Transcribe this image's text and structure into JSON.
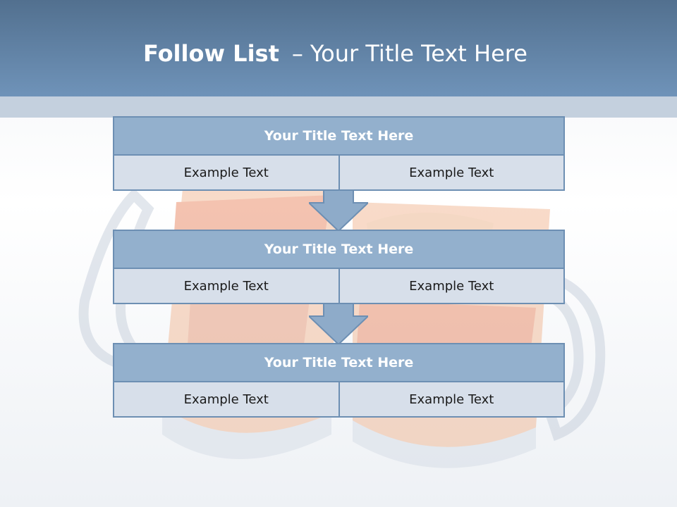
{
  "slide": {
    "title_bold": "Follow List",
    "title_separator": "–",
    "title_rest": "Your Title Text Here"
  },
  "blocks": [
    {
      "title": "Your Title Text Here",
      "left": "Example Text",
      "right": "Example Text"
    },
    {
      "title": "Your Title Text Here",
      "left": "Example Text",
      "right": "Example Text"
    },
    {
      "title": "Your Title Text Here",
      "left": "Example Text",
      "right": "Example Text"
    }
  ],
  "colors": {
    "header": "#6f93b9",
    "block_head": "#93b0cd",
    "block_cell": "#d7dfea",
    "border": "#6d8fb3",
    "arrow": "#8eabc9"
  }
}
